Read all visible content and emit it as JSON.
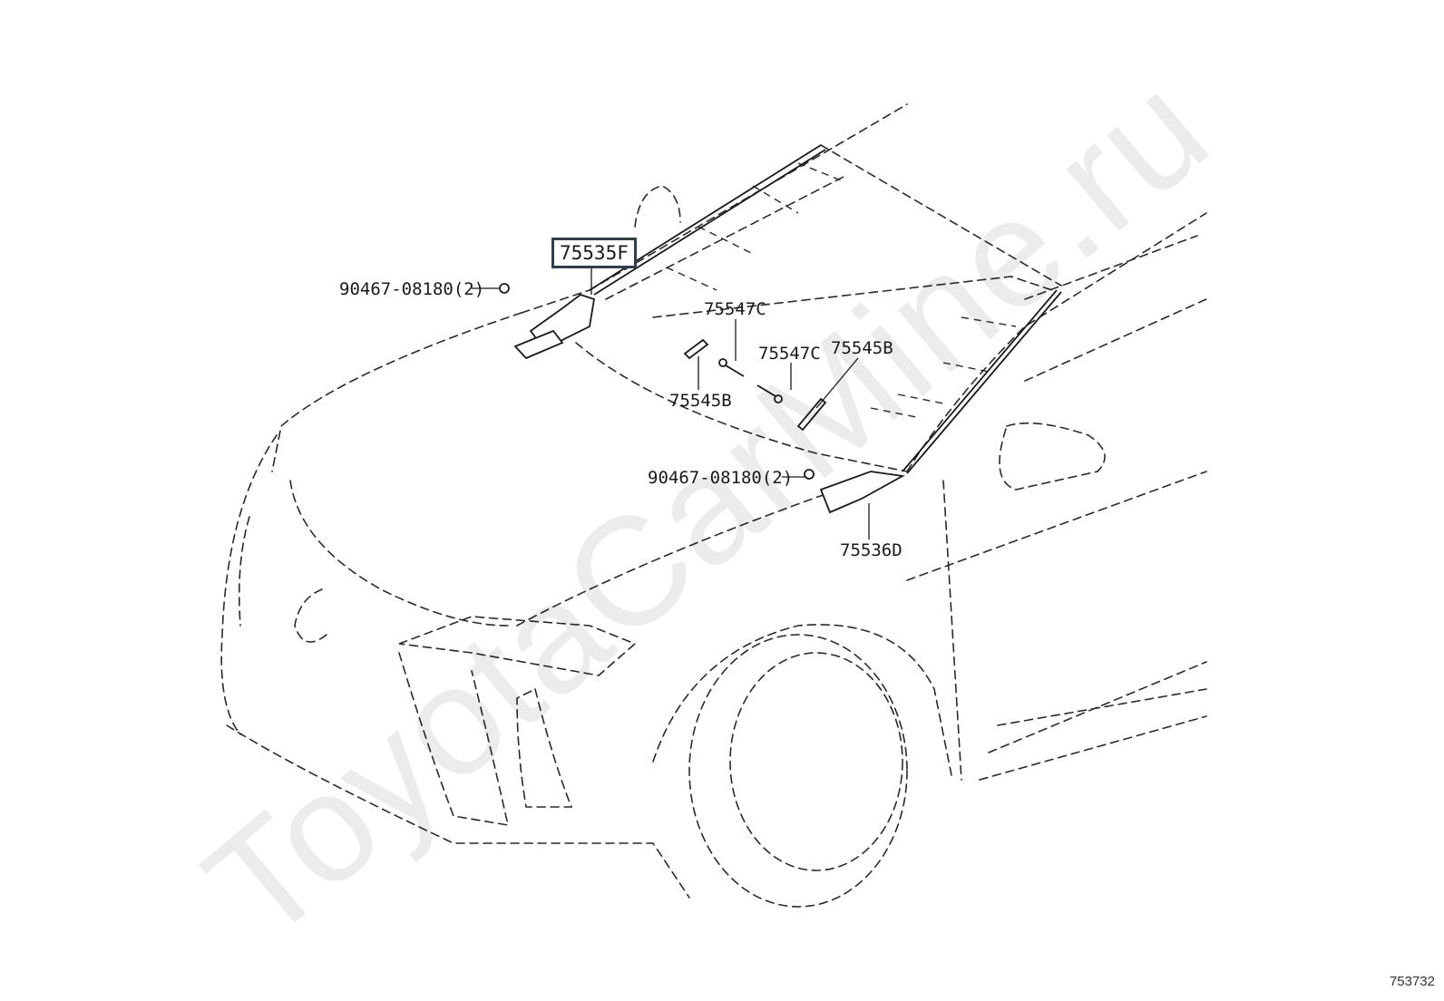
{
  "drawing": {
    "id": "753732",
    "watermark": "ToyotaCarMine.ru"
  },
  "callouts": {
    "c_75535F": "75535F",
    "c_bolt_left": "90467-08180(2)",
    "c_75547C_a": "75547C",
    "c_75547C_b": "75547C",
    "c_75545B_a": "75545B",
    "c_75545B_b": "75545B",
    "c_bolt_right": "90467-08180(2)",
    "c_75536D": "75536D"
  }
}
